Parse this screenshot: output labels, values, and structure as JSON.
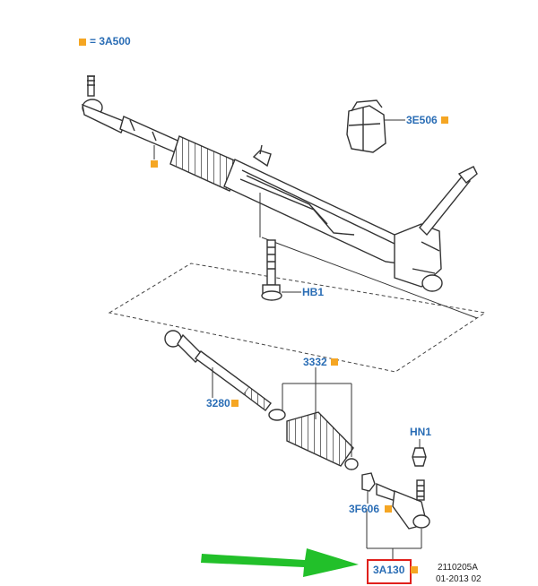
{
  "legend": {
    "symbol_color": "#f5a623",
    "text": "= 3A500"
  },
  "callouts": {
    "e506": "3E506",
    "hb1": "HB1",
    "p3332": "3332",
    "p3280": "3280",
    "hn1": "HN1",
    "f606": "3F606",
    "a130": "3A130"
  },
  "stamp": {
    "line1": "2110205A",
    "line2": "01-2013 02"
  },
  "colors": {
    "label": "#2a6db5",
    "marker": "#f5a623",
    "highlight": "#e0201c",
    "arrow": "#22c02a",
    "line": "#333333"
  }
}
